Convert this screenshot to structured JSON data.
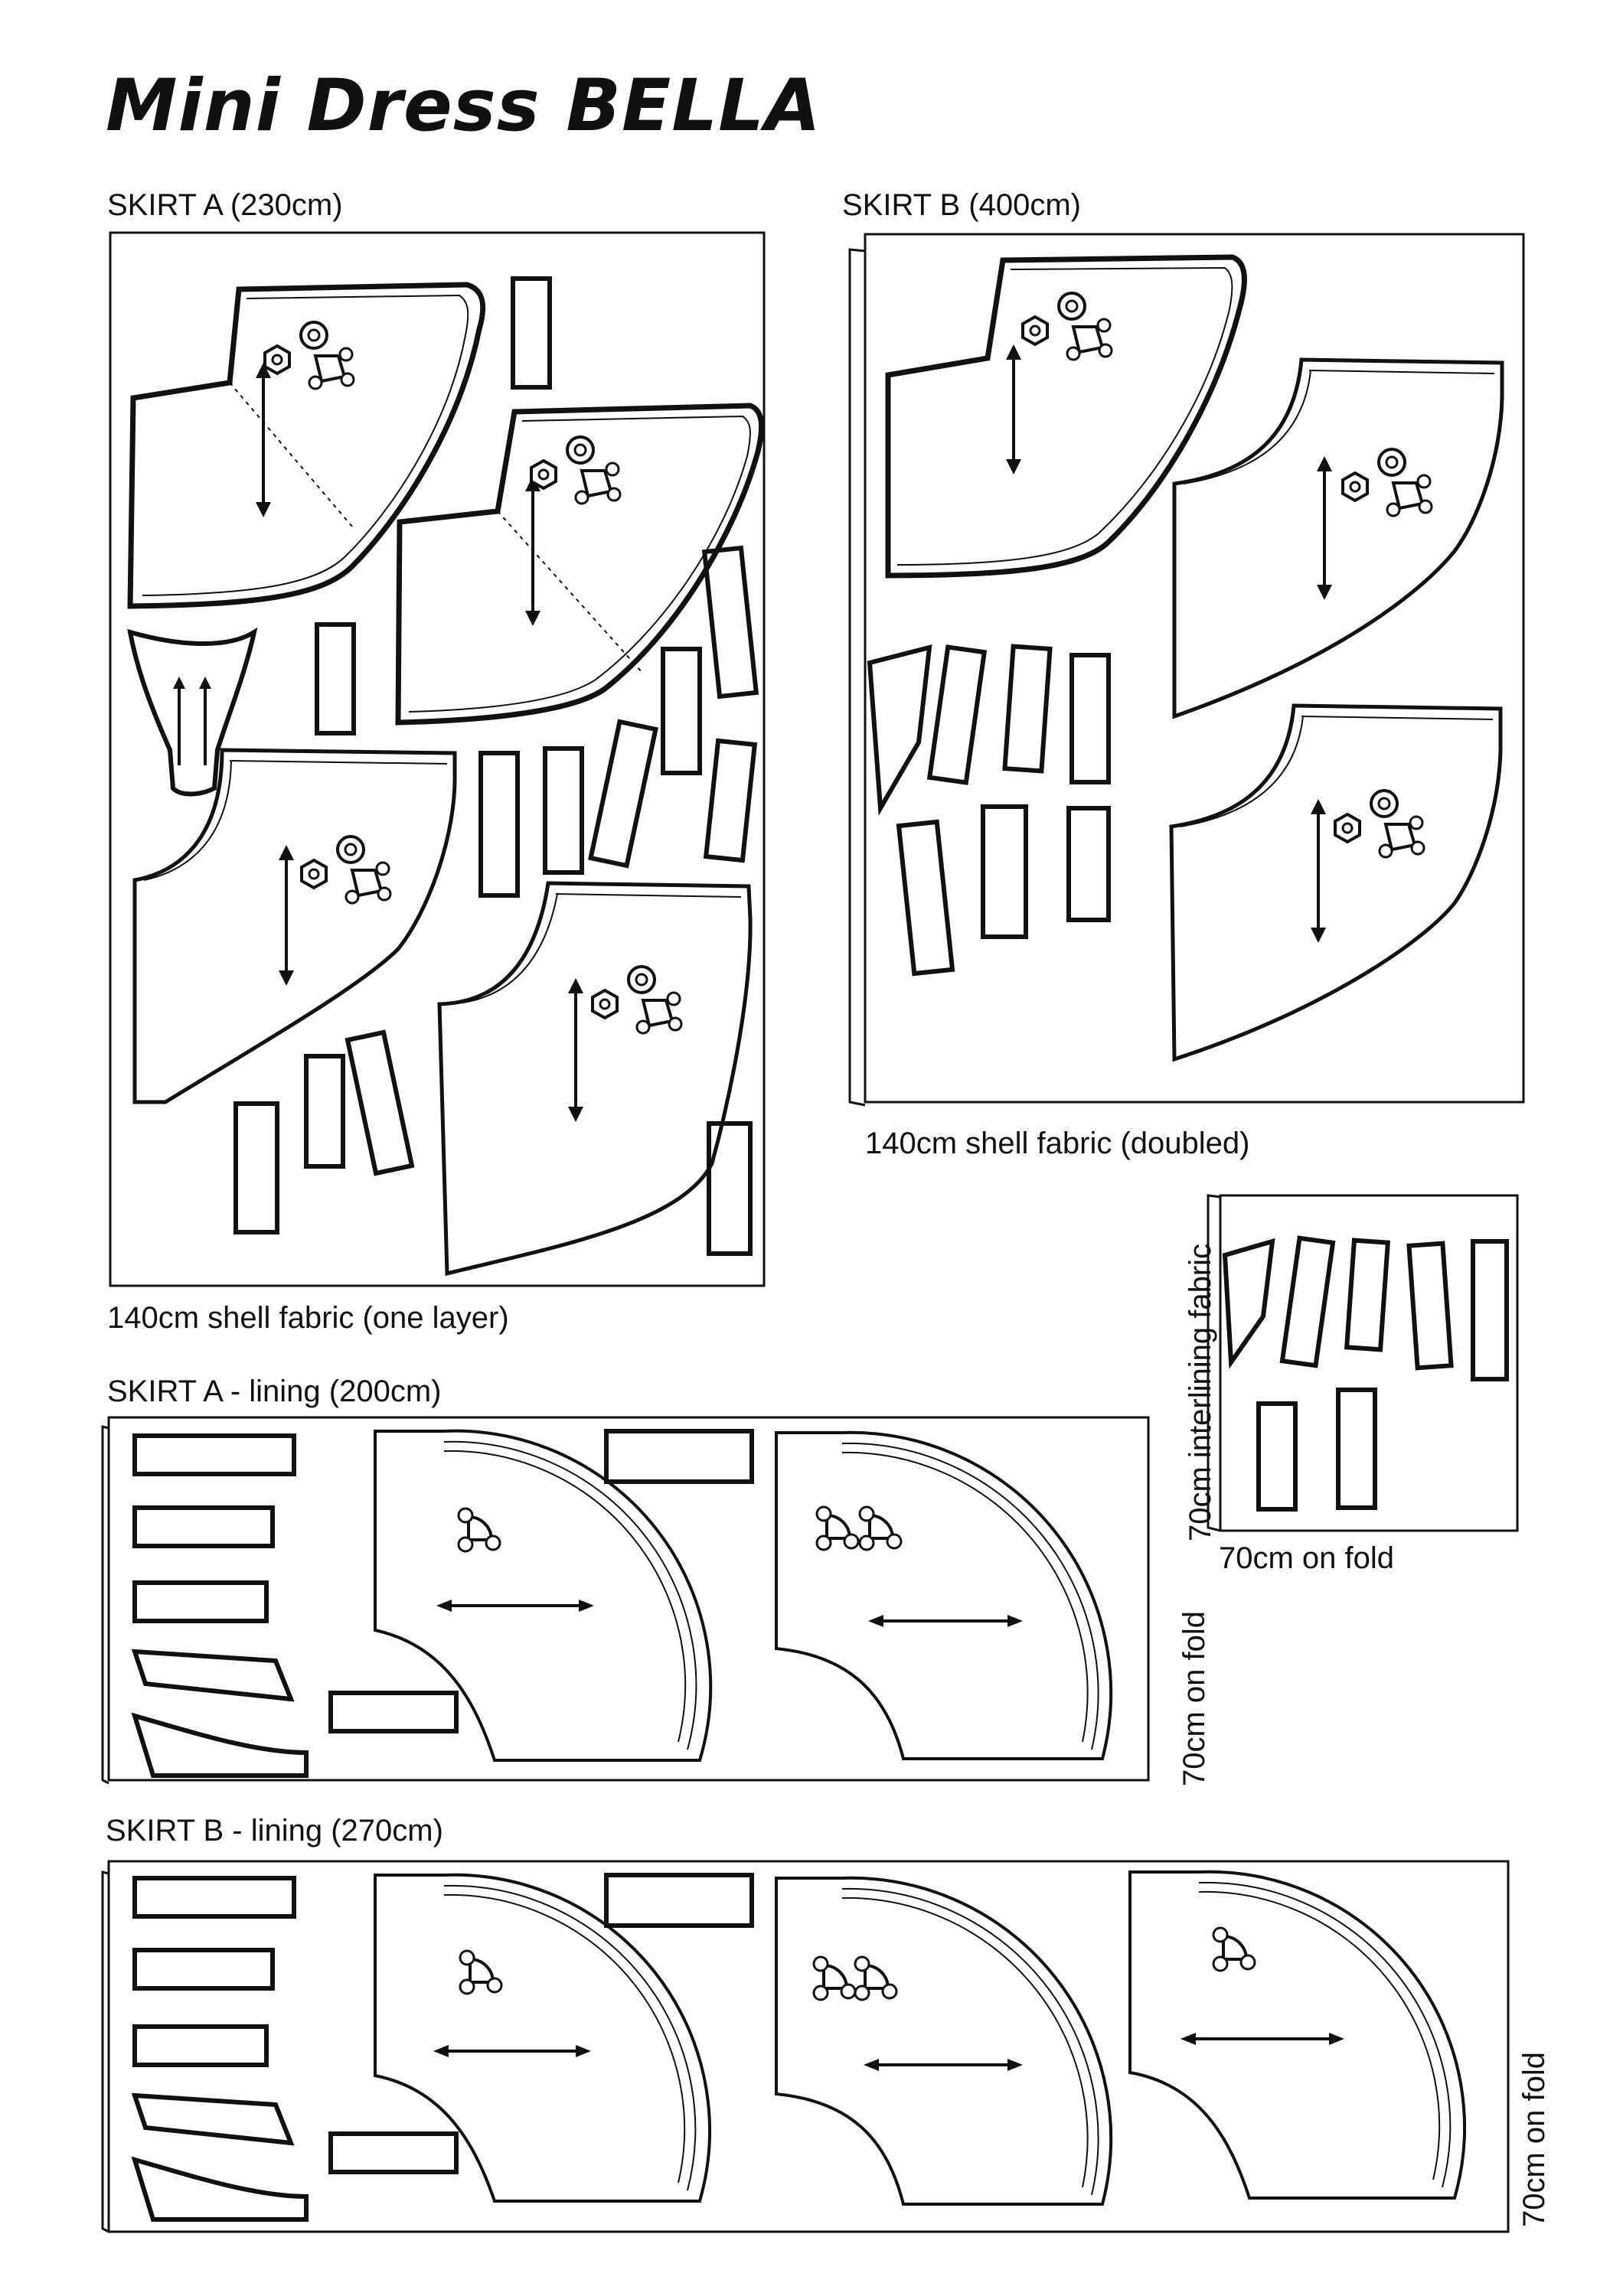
{
  "title": "Mini Dress BELLA",
  "sections": {
    "skirt_a": {
      "heading": "SKIRT A (230cm)",
      "fabric_note": "140cm shell fabric (one layer)"
    },
    "skirt_b": {
      "heading": "SKIRT B (400cm)",
      "fabric_note": "140cm shell fabric (doubled)"
    },
    "interlining": {
      "side_label": "70cm interlining fabric",
      "bottom_label": "70cm on fold"
    },
    "skirt_a_lining": {
      "heading": "SKIRT A - lining (200cm)",
      "side_label": "70cm on fold"
    },
    "skirt_b_lining": {
      "heading": "SKIRT B - lining (270cm)",
      "side_label": "70cm on fold"
    }
  },
  "colors": {
    "ink": "#111111",
    "paper": "#ffffff"
  }
}
